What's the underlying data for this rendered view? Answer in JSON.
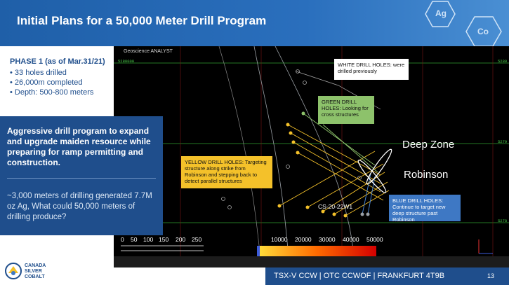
{
  "header": {
    "title": "Initial Plans for a 50,000 Meter Drill Program",
    "hex_labels": [
      "Ag",
      "Co"
    ]
  },
  "phase": {
    "title": "PHASE 1 (as of Mar.31/21)",
    "items": [
      "• 33 holes drilled",
      "• 26,000m completed",
      "• Depth: 500-800 meters"
    ]
  },
  "panel": {
    "headline": "Aggressive drill program to expand and upgrade maiden resource while preparing for ramp permitting and construction.",
    "body": "~3,000 meters of drilling generated 7.7M oz Ag, What could 50,000 meters of drilling produce?"
  },
  "map": {
    "brand": "Geoscience ANALYST",
    "callouts": {
      "white": "WHITE DRILL HOLES: were drilled previously",
      "green": "GREEN DRILL HOLES: Looking for cross structures",
      "yellow": "YELLOW DRILL HOLES: Targeting structure along strike from Robinson and stepping back to detect parallel structures",
      "blue": "BLUE DRILL HOLES: Continue to target new deep structure past Robinson"
    },
    "zones": {
      "deep": "Deep Zone",
      "robinson": "Robinson"
    },
    "hole_label": "CS-20-22W1",
    "scale_bar": [
      "0",
      "50",
      "100",
      "150",
      "200",
      "250"
    ],
    "colorbar": [
      "10000",
      "20000",
      "30000",
      "40000",
      "50000"
    ],
    "grid_coords": [
      "5280000",
      "5280",
      "5279",
      "5278"
    ]
  },
  "footer": {
    "ticker": "TSX-V CCW | OTC CCWOF | FRANKFURT 4T9B",
    "page": "13",
    "logo": "CANADA SILVER COBALT"
  },
  "colors": {
    "brand_blue": "#1f4e8c",
    "yellow": "#f4c12a",
    "green": "#8dc26b",
    "blue": "#3e78c4"
  }
}
